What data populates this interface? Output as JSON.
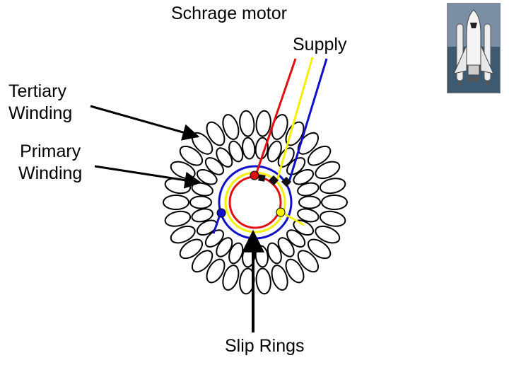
{
  "title": "Schrage motor",
  "labels": {
    "supply": "Supply",
    "tertiary_line1": "Tertiary",
    "tertiary_line2": "Winding",
    "primary_line1": "Primary",
    "primary_line2": "Winding",
    "slip_rings": "Slip Rings"
  },
  "colors": {
    "phase_red": "#e01010",
    "phase_yellow": "#f5f000",
    "phase_blue": "#1010c8",
    "coil": "#000000"
  },
  "coils": {
    "outer_ring_loops": 30,
    "inner_ring_loops": 26
  },
  "icon": "space-shuttle-icon"
}
